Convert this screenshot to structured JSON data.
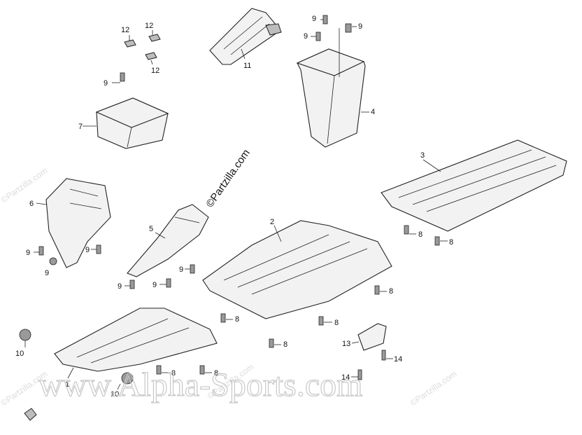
{
  "watermarks": {
    "main": "www.Alpha-Sports.com",
    "copyright_tilted": "©Partzilla.com",
    "faint": "©Partzilla.com"
  },
  "callouts": {
    "p1": "1",
    "p2": "2",
    "p3": "3",
    "p4": "4",
    "p5": "5",
    "p6": "6",
    "p7": "7",
    "p8": "8",
    "p9": "9",
    "p10": "10",
    "p11": "11",
    "p12": "12",
    "p13": "13",
    "p14": "14"
  }
}
